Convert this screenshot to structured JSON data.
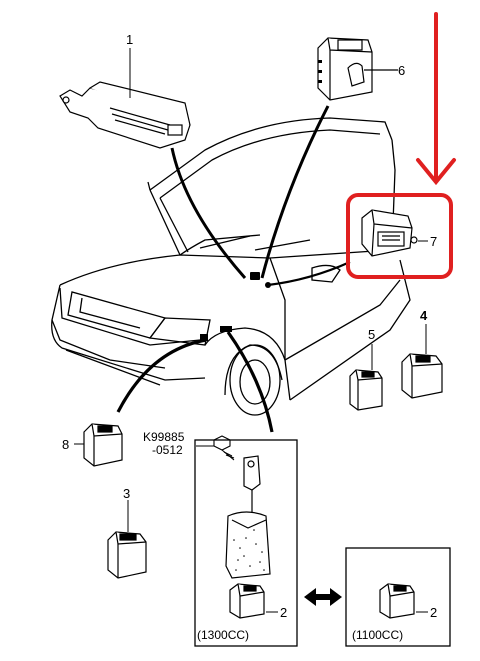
{
  "callouts": {
    "c1": "1",
    "c2a": "2",
    "c2b": "2",
    "c3": "3",
    "c4": "4",
    "c5": "5",
    "c6": "6",
    "c7": "7",
    "c8": "8"
  },
  "part_number": {
    "line1": "K99885",
    "line2": "-0512"
  },
  "engines": {
    "left": "(1300CC)",
    "right": "(1100CC)"
  },
  "colors": {
    "highlight": "#e02020",
    "line": "#000000",
    "background": "#ffffff"
  },
  "icons": [
    "arrow-down-icon",
    "double-arrow-icon"
  ]
}
